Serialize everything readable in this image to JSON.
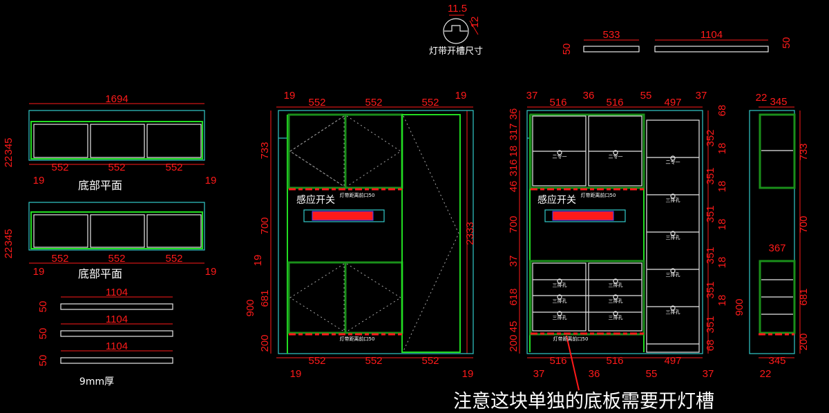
{
  "slot_detail": {
    "width": "11.5",
    "depth": "12",
    "caption": "灯带开槽尺寸"
  },
  "strips_top": [
    {
      "length": "533",
      "height": "50"
    },
    {
      "length": "1104",
      "height": "50"
    }
  ],
  "plans": [
    {
      "total": "1694",
      "edge": "22",
      "depth": "345",
      "segments": [
        "552",
        "552",
        "552"
      ],
      "ends": [
        "19",
        "19"
      ],
      "caption": "底部平面"
    },
    {
      "edge": "22",
      "depth": "345",
      "segments": [
        "552",
        "552",
        "552"
      ],
      "ends": [
        "19",
        "19"
      ],
      "caption": "底部平面"
    }
  ],
  "boards": [
    {
      "length": "1104",
      "height": "50"
    },
    {
      "length": "1104",
      "height": "50"
    },
    {
      "length": "1104",
      "height": "50"
    }
  ],
  "board_note": "9mm厚",
  "elev1": {
    "top": [
      "19",
      "552",
      "552",
      "552",
      "19"
    ],
    "left": [
      "733",
      "700",
      "19",
      "900",
      "681",
      "200"
    ],
    "right": "2333",
    "bottom": [
      "552",
      "552",
      "552"
    ],
    "bottom_ends": [
      "19",
      "19"
    ],
    "switch_label": "感应开关",
    "strip_note": "灯带距离前口50"
  },
  "elev2": {
    "top": [
      "37",
      "516",
      "36",
      "516",
      "55",
      "497",
      "37"
    ],
    "left": [
      "36",
      "317",
      "18",
      "316",
      "46",
      "700",
      "37",
      "618",
      "45",
      "200"
    ],
    "right": [
      "68",
      "352",
      "18",
      "351",
      "18",
      "351",
      "18",
      "351",
      "18",
      "351",
      "18",
      "351",
      "68"
    ],
    "bottom": [
      "516",
      "516",
      "497"
    ],
    "bottom_ends": [
      "37",
      "36",
      "55",
      "37"
    ],
    "switch_label": "感应开关",
    "strip_note": "灯带距离前口50",
    "knob_label": "二专一",
    "hole_label": "三排孔"
  },
  "side": {
    "top": [
      "22",
      "345"
    ],
    "right": [
      "733",
      "700",
      "681",
      "200"
    ],
    "left": "900",
    "mid": "367",
    "bottom": [
      "345",
      "22"
    ]
  },
  "note": "注意这块单独的底板需要开灯槽",
  "colors": {
    "dimension": "#ff1a1a",
    "outline": "#33cccc",
    "panel": "#22dd22",
    "background": "#000000"
  }
}
